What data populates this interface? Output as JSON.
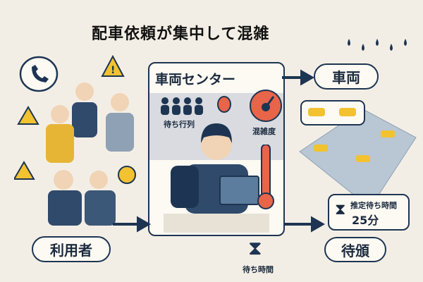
{
  "title": "配車依頼が集中して混雑",
  "users": {
    "label": "利用者"
  },
  "center": {
    "title": "車両センター",
    "queue_label": "待ち行列",
    "congestion_label": "混雑度"
  },
  "vehicles": {
    "label": "車両"
  },
  "estimate": {
    "label": "推定待ち時間",
    "value": "25分"
  },
  "waiting": {
    "label": "待頒"
  },
  "wait_time": {
    "label": "待ち時間"
  },
  "colors": {
    "navy": "#1d3552",
    "accent": "#e8654a",
    "yellow": "#f2c230",
    "background": "#f3eee5"
  }
}
